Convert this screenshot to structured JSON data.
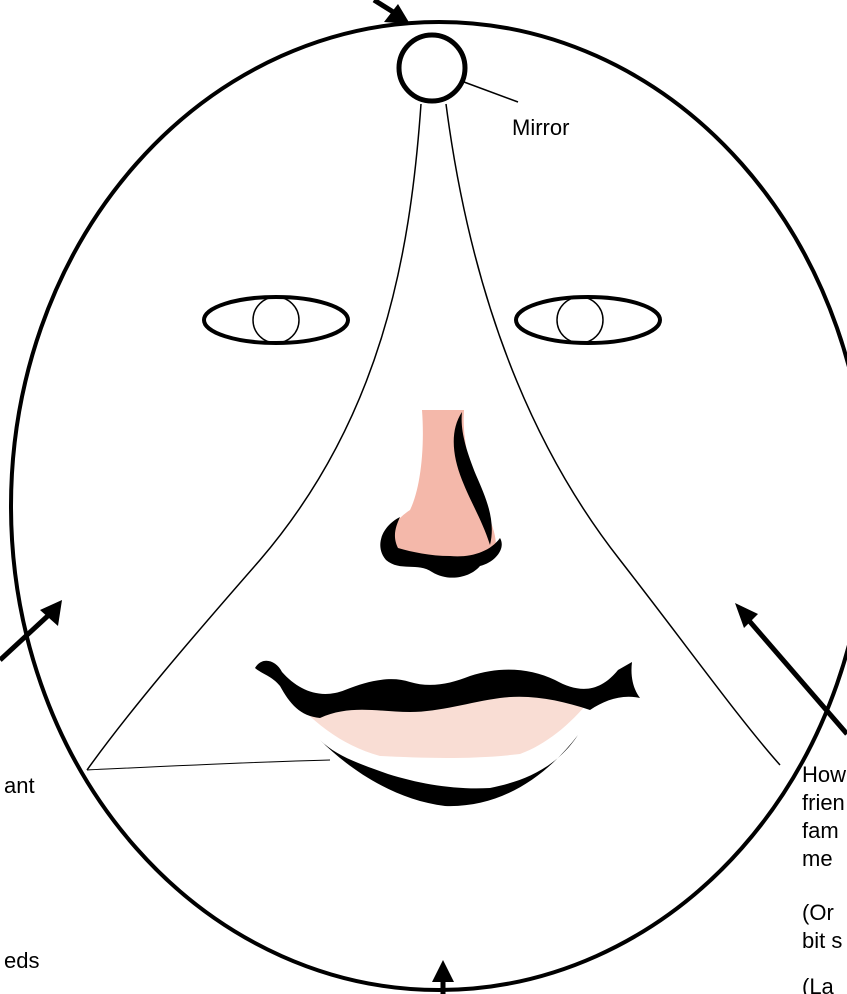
{
  "labels": {
    "mirror": "Mirror",
    "left_fragment_1": "ant",
    "left_fragment_2": "eds",
    "right_lines": [
      "How",
      "frien",
      "fam",
      "me",
      "(Or",
      "bit s",
      "(La"
    ]
  },
  "colors": {
    "outline": "#000000",
    "nose_fill": "#f4b8aa",
    "lip_fill": "#f9ddd4",
    "background": "#ffffff"
  }
}
